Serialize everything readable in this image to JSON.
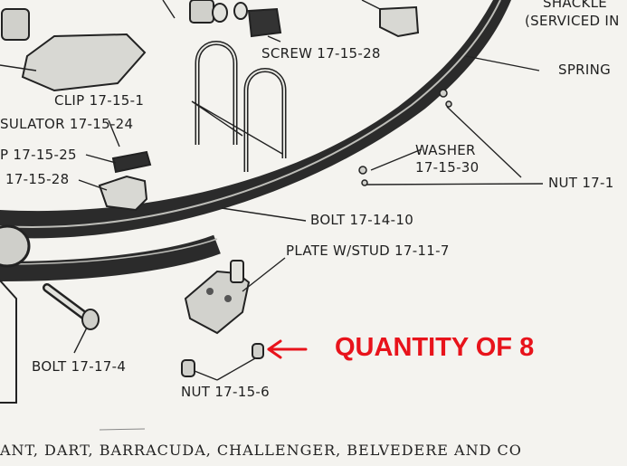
{
  "labels": {
    "shackle": "SHACKLE",
    "serviced": "(SERVICED IN",
    "spring": "SPRING",
    "screw": "SCREW 17-15-28",
    "clip": "CLIP 17-15-1",
    "insulator": "SULATOR 17-15-24",
    "p_part": "P 17-15-25",
    "left_part": "17-15-28",
    "washer": "WASHER",
    "washer_num": "17-15-30",
    "nut_right": "NUT 17-1",
    "bolt_mid": "BOLT 17-14-10",
    "plate": "PLATE W/STUD 17-11-7",
    "bolt_left": "BOLT 17-17-4",
    "nut_bottom": "NUT 17-15-6"
  },
  "callout": {
    "text": "QUANTITY OF 8",
    "color": "#e8131b"
  },
  "footer": {
    "text": "ANT, DART, BARRACUDA, CHALLENGER, BELVEDERE AND CO"
  }
}
